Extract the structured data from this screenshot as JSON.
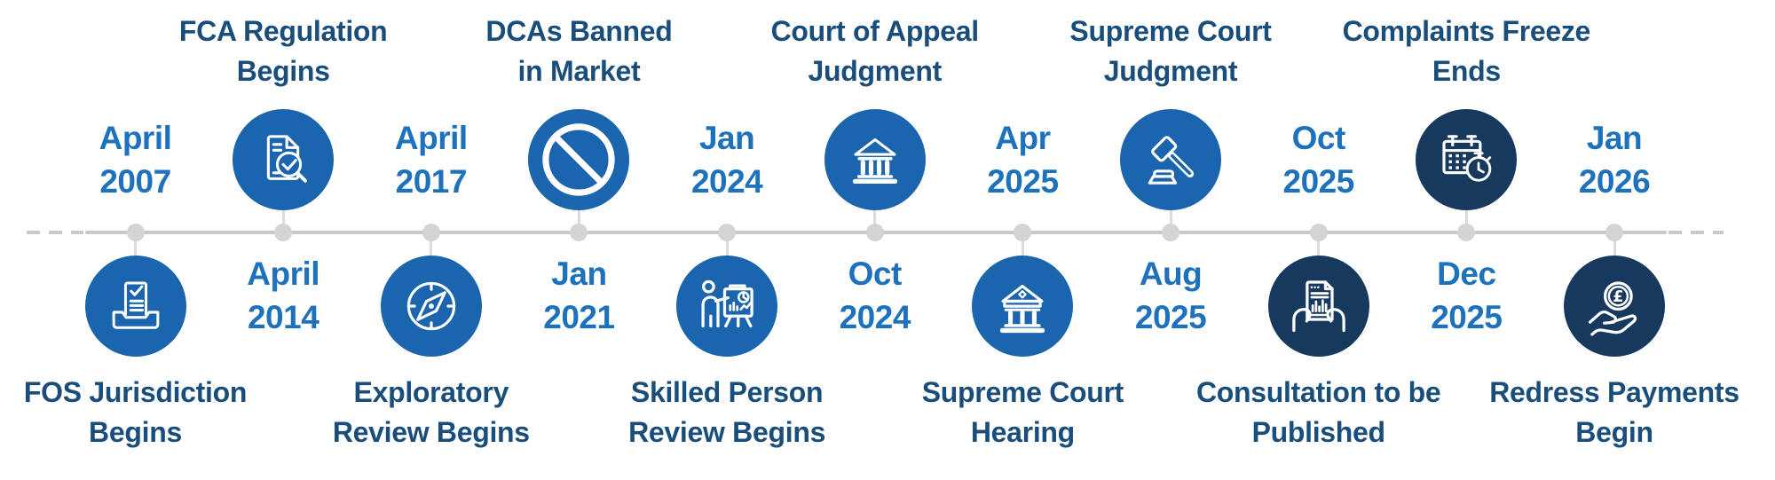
{
  "colors": {
    "circle_blue": "#1a65ae",
    "circle_navy": "#16395d",
    "date_text": "#1e72bd",
    "label_text": "#194e7c",
    "axis_line": "#c9c9c9",
    "axis_dot": "#d4d4d4",
    "connector": "#dcdcdc",
    "icon_stroke": "#ffffff",
    "background": "#ffffff"
  },
  "icon_glyphs": {
    "pound": "£"
  },
  "timeline": {
    "events": [
      {
        "label_lines": [
          "FOS Jurisdiction",
          "Begins"
        ],
        "date_lines": [
          "April",
          "2007"
        ],
        "icon": "inbox-check-icon",
        "side": "below",
        "theme": "blue"
      },
      {
        "label_lines": [
          "FCA Regulation",
          "Begins"
        ],
        "date_lines": [
          "April",
          "2014"
        ],
        "icon": "document-check-magnifier-icon",
        "side": "above",
        "theme": "blue"
      },
      {
        "label_lines": [
          "Exploratory",
          "Review Begins"
        ],
        "date_lines": [
          "April",
          "2017"
        ],
        "icon": "compass-icon",
        "side": "below",
        "theme": "blue"
      },
      {
        "label_lines": [
          "DCAs Banned",
          "in Market"
        ],
        "date_lines": [
          "Jan",
          "2021"
        ],
        "icon": "prohibition-icon",
        "side": "above",
        "theme": "blue"
      },
      {
        "label_lines": [
          "Skilled Person",
          "Review Begins"
        ],
        "date_lines": [
          "Jan",
          "2024"
        ],
        "icon": "presentation-chart-icon",
        "side": "below",
        "theme": "blue"
      },
      {
        "label_lines": [
          "Court of Appeal",
          "Judgment"
        ],
        "date_lines": [
          "Oct",
          "2024"
        ],
        "icon": "courthouse-icon",
        "side": "above",
        "theme": "blue"
      },
      {
        "label_lines": [
          "Supreme Court",
          "Hearing"
        ],
        "date_lines": [
          "Apr",
          "2025"
        ],
        "icon": "courthouse-ornate-icon",
        "side": "below",
        "theme": "blue"
      },
      {
        "label_lines": [
          "Supreme Court",
          "Judgment"
        ],
        "date_lines": [
          "Aug",
          "2025"
        ],
        "icon": "gavel-icon",
        "side": "above",
        "theme": "blue"
      },
      {
        "label_lines": [
          "Consultation to be",
          "Published"
        ],
        "date_lines": [
          "Oct",
          "2025"
        ],
        "icon": "hands-report-icon",
        "side": "below",
        "theme": "navy"
      },
      {
        "label_lines": [
          "Complaints Freeze",
          "Ends"
        ],
        "date_lines": [
          "Dec",
          "2025"
        ],
        "icon": "calendar-stopwatch-icon",
        "side": "above",
        "theme": "navy"
      },
      {
        "label_lines": [
          "Redress Payments",
          "Begin"
        ],
        "date_lines": [
          "Jan",
          "2026"
        ],
        "icon": "hand-pound-icon",
        "side": "below",
        "theme": "navy"
      }
    ]
  }
}
